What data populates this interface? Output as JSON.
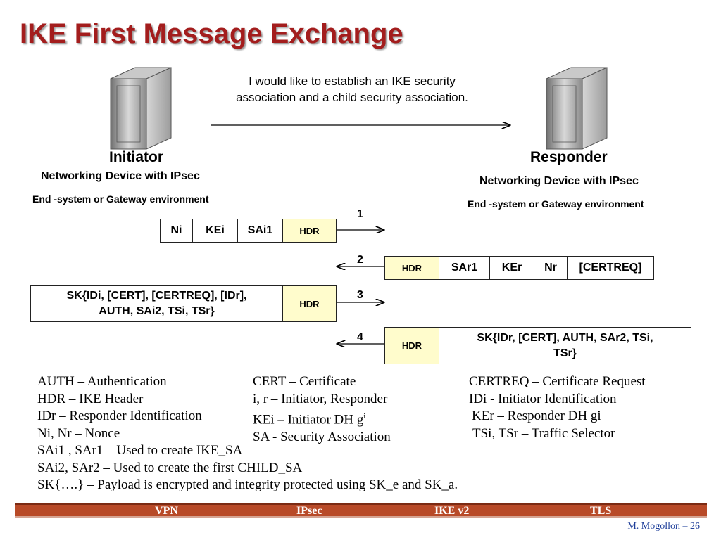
{
  "title": "IKE First Message Exchange",
  "request_text_line1": "I would like to establish an IKE security",
  "request_text_line2": "association and a child security association.",
  "initiator": {
    "role": "Initiator",
    "device": "Networking Device with IPsec",
    "env": "End -system or Gateway environment"
  },
  "responder": {
    "role": "Responder",
    "device": "Networking Device with IPsec",
    "env": "End -system or Gateway environment"
  },
  "messages": {
    "m1": {
      "num": "1",
      "ni": "Ni",
      "kei": "KEi",
      "sai1": "SAi1",
      "hdr": "HDR"
    },
    "m2": {
      "num": "2",
      "hdr": "HDR",
      "sar1": "SAr1",
      "ker": "KEr",
      "nr": "Nr",
      "certreq": "[CERTREQ]"
    },
    "m3": {
      "num": "3",
      "payload_line1": "SK{IDi, [CERT], [CERTREQ], [IDr],",
      "payload_line2": "AUTH, SAi2, TSi, TSr}",
      "hdr": "HDR"
    },
    "m4": {
      "num": "4",
      "hdr": "HDR",
      "payload_line1": "SK{IDr, [CERT], AUTH, SAr2, TSi,",
      "payload_line2": "TSr}"
    }
  },
  "legend": {
    "auth": "AUTH – Authentication",
    "cert": "CERT – Certificate",
    "certreq": "CERTREQ – Certificate Request",
    "hdr": "HDR – IKE Header",
    "ir": "i, r – Initiator, Responder",
    "idi": "IDi - Initiator Identification",
    "idr": "IDr – Responder Identification",
    "kei_prefix": "KEi – Initiator DH g",
    "kei_sup": "i",
    "ker": "KEr – Responder DH gi",
    "nonce": "Ni, Nr – Nonce",
    "sa": "SA - Security Association",
    "ts": "TSi, TSr – Traffic Selector",
    "sai1": "SAi1 , SAr1 – Used to create IKE_SA",
    "sai2": "SAi2, SAr2 – Used to create the first CHILD_SA",
    "sk": "SK{….} – Payload is encrypted and integrity protected using SK_e and SK_a."
  },
  "footer": {
    "vpn": "VPN",
    "ipsec": "IPsec",
    "ikev2": "IKE v2",
    "tls": "TLS",
    "credit": "M. Mogollon – 26"
  },
  "colors": {
    "title": "#a31d1d",
    "hdr_fill": "#fffccc",
    "footer_bar": "#b84a28",
    "credit": "#1f3f9a"
  }
}
